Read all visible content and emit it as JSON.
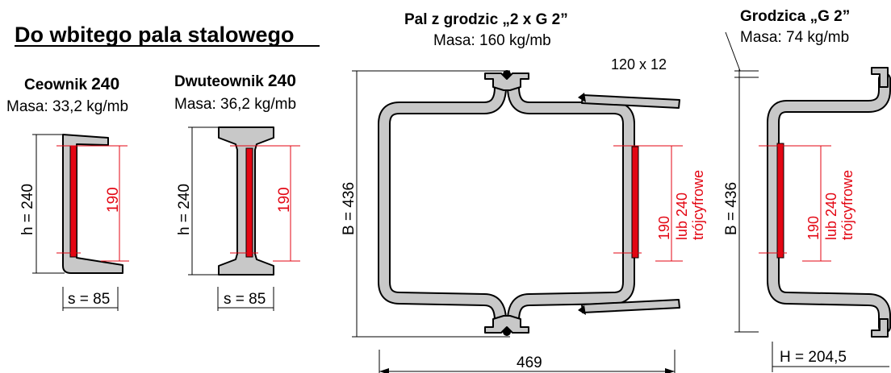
{
  "title": "Do wbitego pala stalowego",
  "ceownik": {
    "name": "Ceownik",
    "size": "240",
    "mass": "Masa: 33,2 kg/mb",
    "h_label": "h = 240",
    "s_label": "s = 85",
    "weld_label": "190"
  },
  "dwuteownik": {
    "name": "Dwuteownik",
    "size": "240",
    "mass": "Masa: 36,2 kg/mb",
    "h_label": "h = 240",
    "s_label": "s = 85",
    "weld_label": "190"
  },
  "pal": {
    "name": "Pal z grodzic „2 x G 2”",
    "mass": "Masa: 160 kg/mb",
    "plate_label": "120 x 12",
    "b_label": "B = 436",
    "width_label": "469",
    "weld_line1": "190",
    "weld_line2": "lub 240",
    "weld_line3": "trójcyfrowe"
  },
  "grodzica": {
    "name": "Grodzica „G 2”",
    "mass": "Masa: 74 kg/mb",
    "b_label": "B = 436",
    "h_label": "H = 204,5",
    "weld_line1": "190",
    "weld_line2": "lub 240",
    "weld_line3": "trójcyfrowe"
  },
  "colors": {
    "weld": "#e30613",
    "steel": "#c8c8c8",
    "outline": "#000000"
  }
}
